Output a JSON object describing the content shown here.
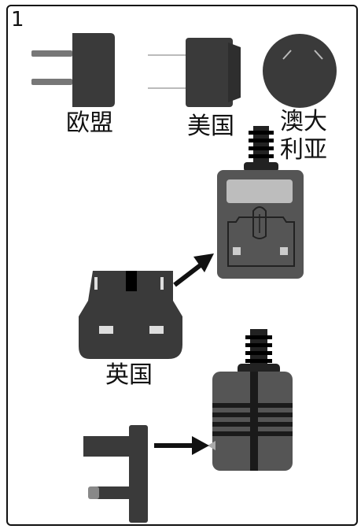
{
  "step": {
    "number": "1"
  },
  "labels": {
    "eu": "欧盟",
    "us": "美国",
    "au_line1": "澳大",
    "au_line2": "利亚",
    "uk": "英国"
  },
  "colors": {
    "plug_dark": "#3a3a3a",
    "plug_mid": "#585858",
    "plug_light": "#8a8a8a",
    "label_panel": "#bdbdbd",
    "pin_metal": "#9a9a9a",
    "stripe": "#1a1a1a",
    "outline": "#111111"
  }
}
